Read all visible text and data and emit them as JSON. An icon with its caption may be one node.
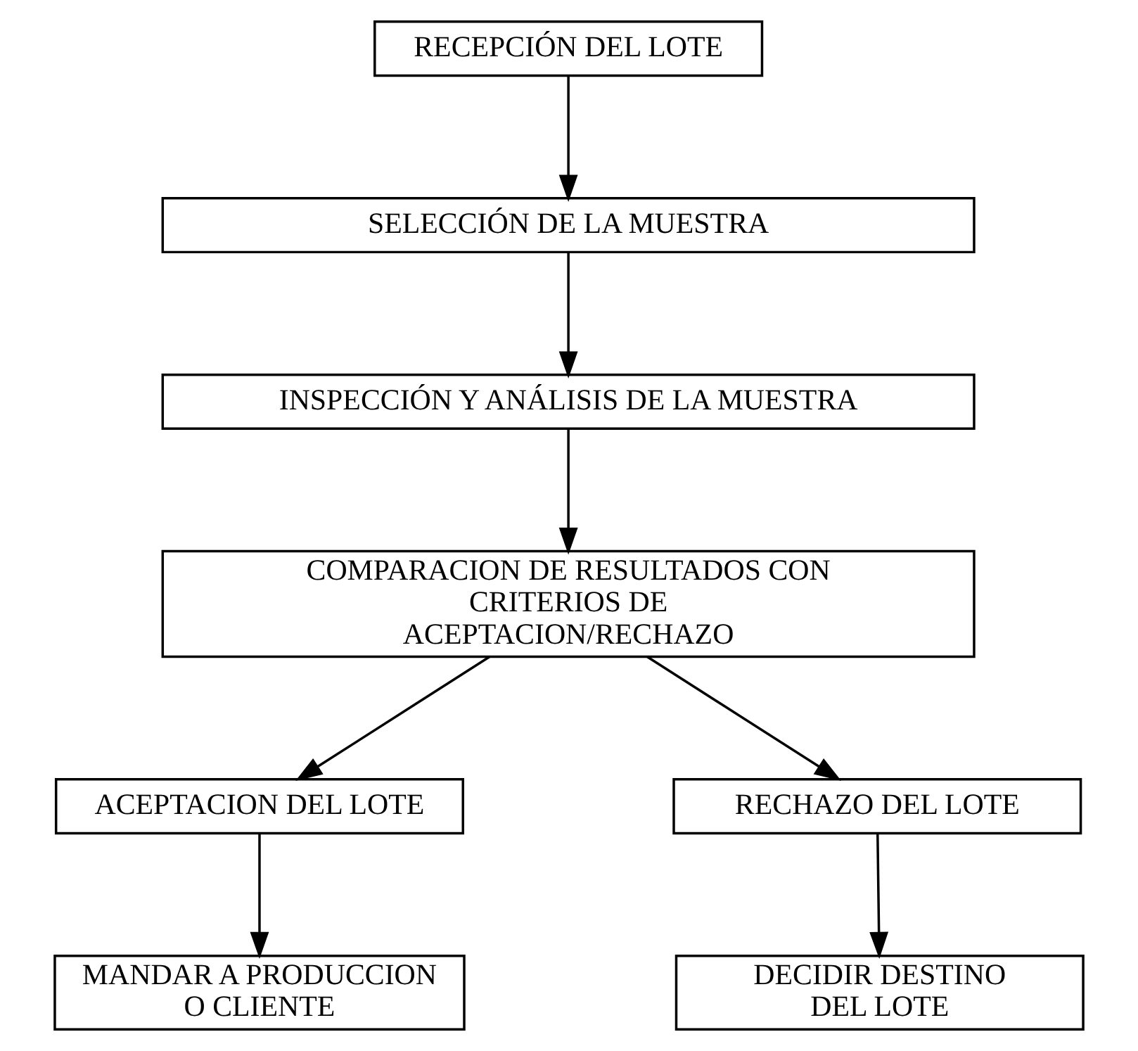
{
  "diagram": {
    "nodes": [
      {
        "text": [
          "RECEPCIÓN DEL LOTE"
        ]
      },
      {
        "text": [
          "SELECCIÓN DE LA MUESTRA"
        ]
      },
      {
        "text": [
          "INSPECCIÓN Y ANÁLISIS DE LA MUESTRA"
        ]
      },
      {
        "text": [
          "COMPARACION DE RESULTADOS CON CRITERIOS DE ACEPTACION/RECHAZO"
        ]
      },
      {
        "text": [
          "ACEPTACION DEL LOTE"
        ]
      },
      {
        "text": [
          "RECHAZO DEL LOTE"
        ]
      },
      {
        "text": [
          "MANDAR A PRODUCCION O CLIENTE"
        ]
      },
      {
        "text": [
          "DECIDIR DESTINO DEL LOTE"
        ]
      }
    ],
    "edges": [
      {
        "from": 0,
        "to": 1,
        "arrow": "to"
      },
      {
        "from": 1,
        "to": 2,
        "arrow": "to"
      },
      {
        "from": 2,
        "to": 3,
        "arrow": "to"
      },
      {
        "from": 3,
        "to": 4,
        "arrow": "to"
      },
      {
        "from": 3,
        "to": 5,
        "arrow": "to"
      },
      {
        "from": 4,
        "to": 6,
        "arrow": "to"
      },
      {
        "from": 5,
        "to": 7,
        "arrow": "to"
      }
    ]
  }
}
